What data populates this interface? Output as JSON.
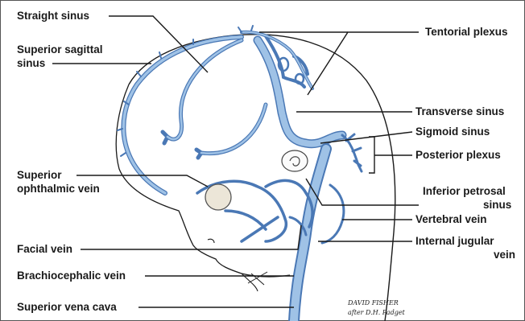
{
  "labels": {
    "straight_sinus": "Straight sinus",
    "superior_sagittal_sinus_1": "Superior sagittal",
    "superior_sagittal_sinus_2": "sinus",
    "superior_ophthalmic_vein_1": "Superior",
    "superior_ophthalmic_vein_2": "ophthalmic vein",
    "facial_vein": "Facial vein",
    "brachiocephalic_vein": "Brachiocephalic vein",
    "superior_vena_cava": "Superior vena cava",
    "tentorial_plexus": "Tentorial plexus",
    "transverse_sinus": "Transverse sinus",
    "sigmoid_sinus": "Sigmoid sinus",
    "posterior_plexus": "Posterior plexus",
    "inferior_petrosal_sinus_1": "Inferior petrosal",
    "inferior_petrosal_sinus_2": "sinus",
    "vertebral_vein": "Vertebral vein",
    "internal_jugular_vein_1": "Internal jugular",
    "internal_jugular_vein_2": "vein"
  },
  "credit": {
    "line1": "DAVID FISHER",
    "line2": "after D.H. Padget"
  },
  "colors": {
    "vein_fill": "#9fc2e6",
    "vein_stroke": "#4a78b5",
    "outline": "#1a1a1a",
    "eye": "#ece6d8"
  }
}
